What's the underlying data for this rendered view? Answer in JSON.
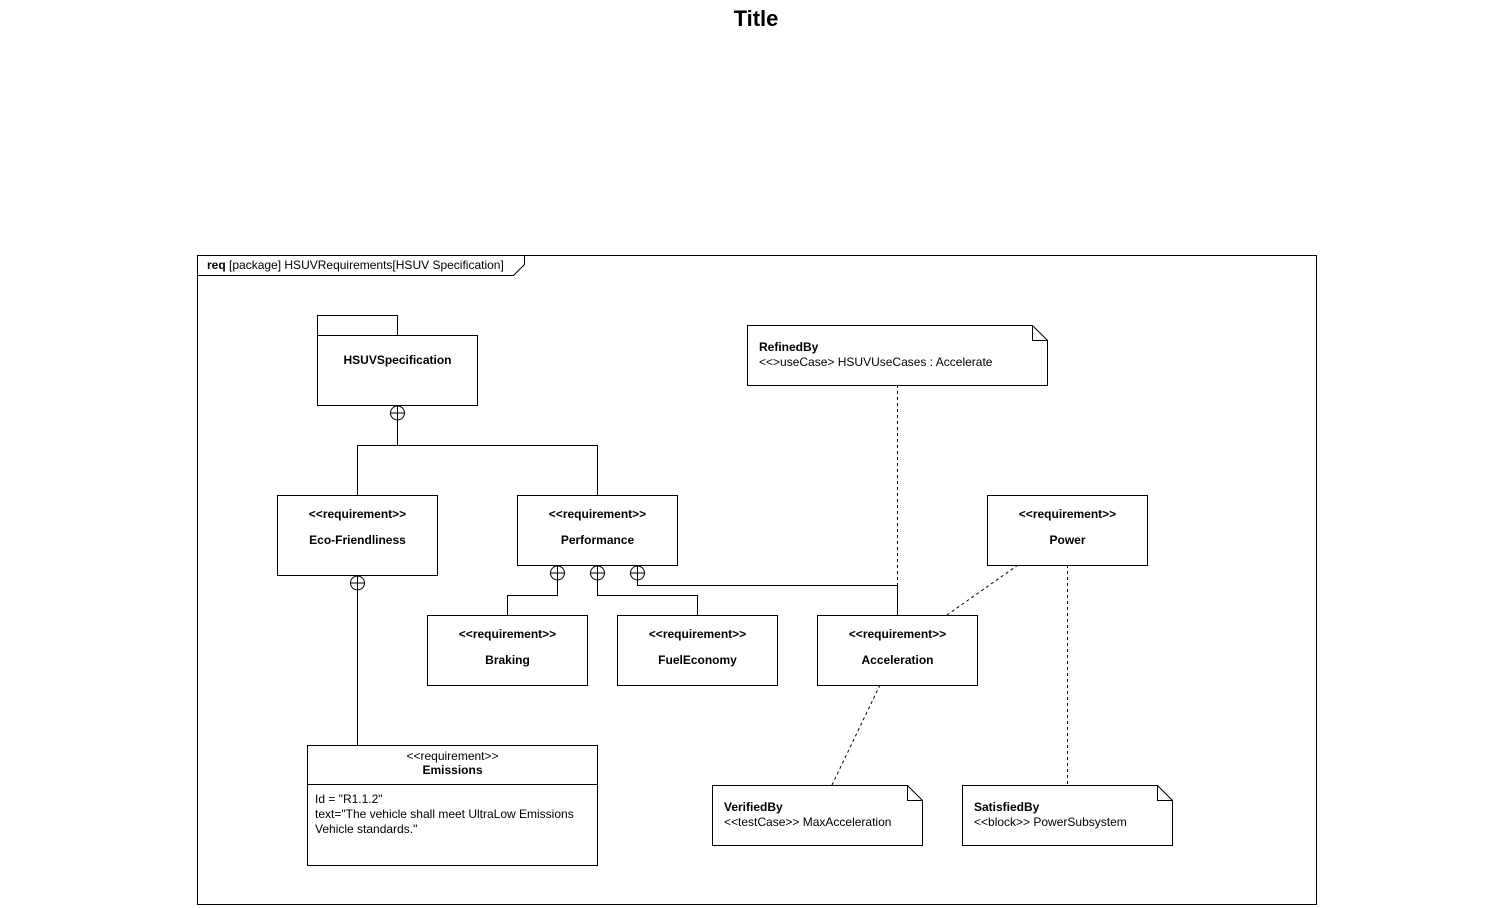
{
  "title": "Title",
  "frame": {
    "keyword": "req",
    "label": " [package] HSUVRequirements[HSUV Specification]"
  },
  "package": {
    "name": "HSUVSpecification"
  },
  "requirements": {
    "stereotype": "<<requirement>>",
    "eco": "Eco-Friendliness",
    "performance": "Performance",
    "power": "Power",
    "braking": "Braking",
    "fuel": "FuelEconomy",
    "acceleration": "Acceleration"
  },
  "emissions": {
    "stereotype": "<<requirement>>",
    "name": "Emissions",
    "id_line": "Id = \"R1.1.2\"",
    "text_line": "text=\"The vehicle shall meet UltraLow Emissions Vehicle standards.\""
  },
  "notes": {
    "refined": {
      "title": "RefinedBy",
      "text": "<<>useCase> HSUVUseCases : Accelerate"
    },
    "verified": {
      "title": "VerifiedBy",
      "text": "<<testCase>> MaxAcceleration"
    },
    "satisfied": {
      "title": "SatisfiedBy",
      "text": "<<block>> PowerSubsystem"
    }
  }
}
